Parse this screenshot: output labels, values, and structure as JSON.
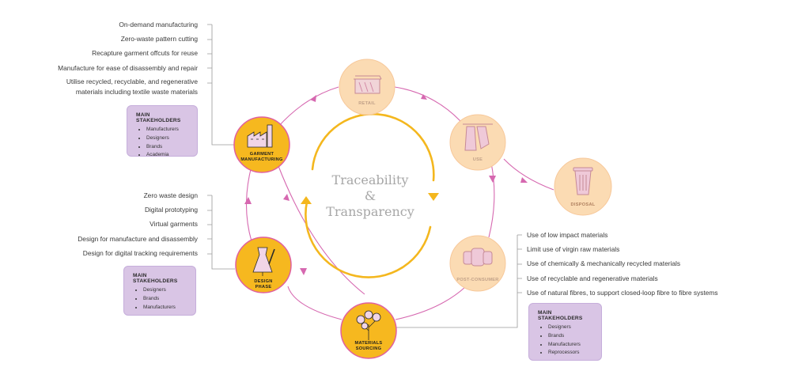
{
  "center": {
    "line1": "Traceability",
    "line2": "&",
    "line3": "Transparency"
  },
  "nodes": {
    "retail": "RETAIL",
    "use": "USE",
    "disposal": "DISPOSAL",
    "post_consumer": "POST-CONSUMER",
    "materials_sourcing_1": "MATERIALS",
    "materials_sourcing_2": "SOURCING",
    "design_phase_1": "DESIGN",
    "design_phase_2": "PHASE",
    "garment_manufacturing_1": "GARMENT",
    "garment_manufacturing_2": "MANUFACTURING"
  },
  "manufacturing_list": [
    "On-demand manufacturing",
    "Zero-waste pattern cutting",
    "Recapture garment offcuts for reuse",
    "Manufacture for ease of disassembly and repair",
    "Utilise recycled, recyclable, and regenerative",
    "materials including textile waste materials"
  ],
  "manufacturing_stakeholders": {
    "title": "MAIN STAKEHOLDERS",
    "items": [
      "Manufacturers",
      "Designers",
      "Brands",
      "Academia"
    ]
  },
  "design_list": [
    "Zero waste design",
    "Digital prototyping",
    "Virtual garments",
    "Design for manufacture and disassembly",
    "Design for digital tracking requirements"
  ],
  "design_stakeholders": {
    "title": "MAIN STAKEHOLDERS",
    "items": [
      "Designers",
      "Brands",
      "Manufacturers"
    ]
  },
  "materials_list": [
    "Use of low impact materials",
    "Limit use of virgin raw materials",
    "Use of chemically & mechanically recycled materials",
    "Use of recyclable and regenerative materials",
    "Use of natural fibres, to support closed-loop fibre to fibre systems"
  ],
  "materials_stakeholders": {
    "title": "MAIN STAKEHOLDERS",
    "items": [
      "Designers",
      "Brands",
      "Manufacturers",
      "Reprocessors"
    ]
  },
  "colors": {
    "cycle_line": "#d668b0",
    "active_node": "#f6b81f",
    "active_border": "#e0609e",
    "inactive_node": "#fbdbb3",
    "inactive_border": "#f7c89a",
    "center_arrows": "#f4b71e",
    "stakeholder_box": "#d9c5e5",
    "leader_line": "#9a9a9a"
  }
}
